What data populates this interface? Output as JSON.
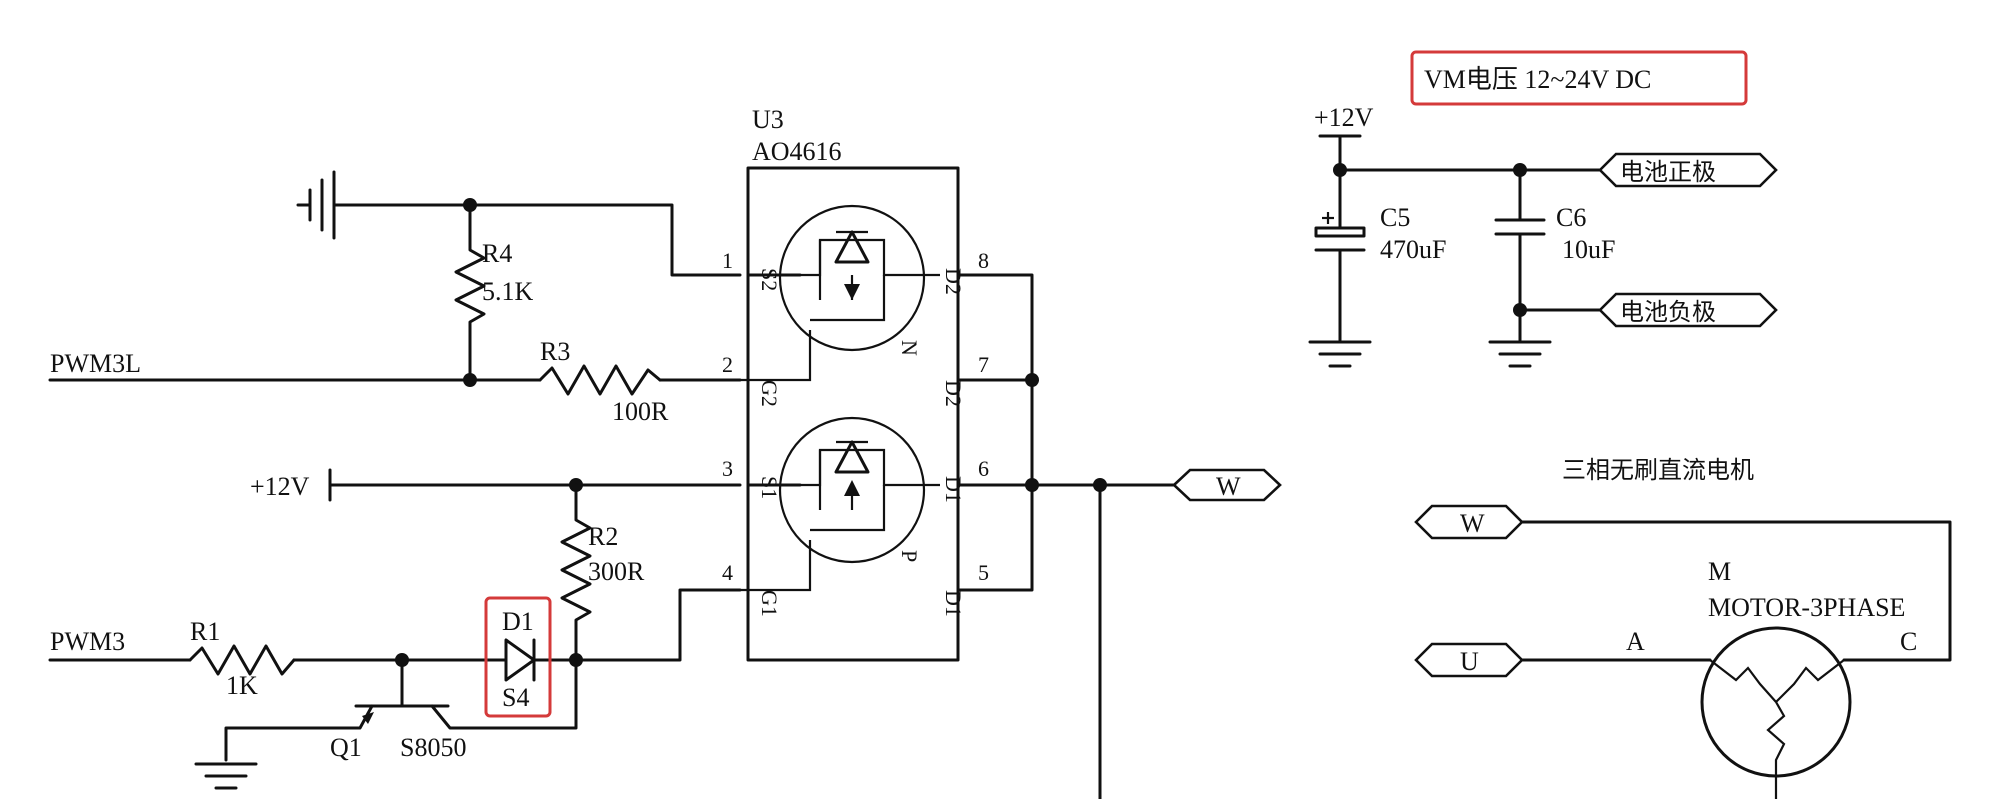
{
  "labels": {
    "u3_ref": "U3",
    "u3_part": "AO4616",
    "r4_ref": "R4",
    "r4_val": "5.1K",
    "r3_ref": "R3",
    "r3_val": "100R",
    "r2_ref": "R2",
    "r2_val": "300R",
    "r1_ref": "R1",
    "r1_val": "1K",
    "d1_ref": "D1",
    "d1_val": "S4",
    "q1_ref": "Q1",
    "q1_val": "S8050",
    "pwm3l": "PWM3L",
    "pwm3": "PWM3",
    "vcc12": "+12V",
    "vcc12_top": "+12V",
    "c5_ref": "C5",
    "c5_val": "470uF",
    "c6_ref": "C6",
    "c6_val": "10uF",
    "bat_pos": "电池正极",
    "bat_neg": "电池负极",
    "vm_note": "VM电压 12~24V DC",
    "motor_title": "三相无刷直流电机",
    "m_ref": "M",
    "m_part": "MOTOR-3PHASE",
    "m_a": "A",
    "m_c": "C",
    "port_w_right": "W",
    "port_w_left": "W",
    "port_u": "U",
    "pin1": "1",
    "pin2": "2",
    "pin3": "3",
    "pin4": "4",
    "pin5": "5",
    "pin6": "6",
    "pin7": "7",
    "pin8": "8",
    "s2": "S2",
    "g2": "G2",
    "d2a": "D2",
    "d2b": "D2",
    "n": "N",
    "s1": "S1",
    "g1": "G1",
    "d1a": "D1",
    "d1b": "D1",
    "p": "P"
  },
  "colors": {
    "wire": "#111111",
    "highlight": "#d43a3a",
    "background": "#ffffff"
  }
}
